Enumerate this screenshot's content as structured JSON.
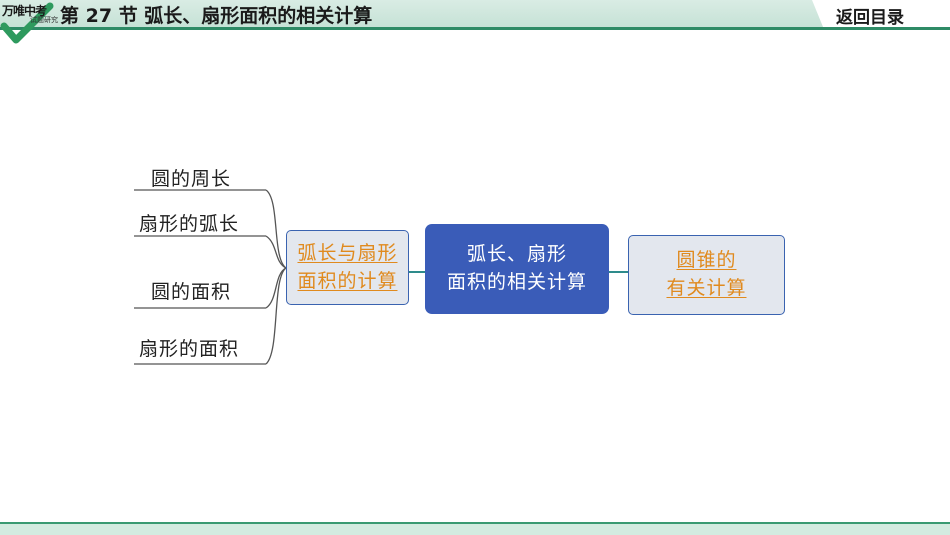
{
  "header": {
    "logo_text": "万唯中考",
    "logo_sub": "试题研究",
    "title": "第 27 节    弧长、扇形面积的相关计算",
    "back_label": "返回目录"
  },
  "mindmap": {
    "branches": [
      {
        "label": "圆的周长"
      },
      {
        "label": "扇形的弧长"
      },
      {
        "label": "圆的面积"
      },
      {
        "label": "扇形的面积"
      }
    ],
    "left_node": {
      "line1": "弧长与扇形",
      "line2": "面积的计算"
    },
    "center_node": {
      "line1": "弧长、扇形",
      "line2": "面积的相关计算"
    },
    "right_node": {
      "line1": "圆锥的",
      "line2": "有关计算"
    }
  },
  "colors": {
    "header_green": "#2e8b66",
    "center_blue": "#3a5cb8",
    "link_orange": "#e08a1e",
    "node_border": "#3a63b0"
  }
}
